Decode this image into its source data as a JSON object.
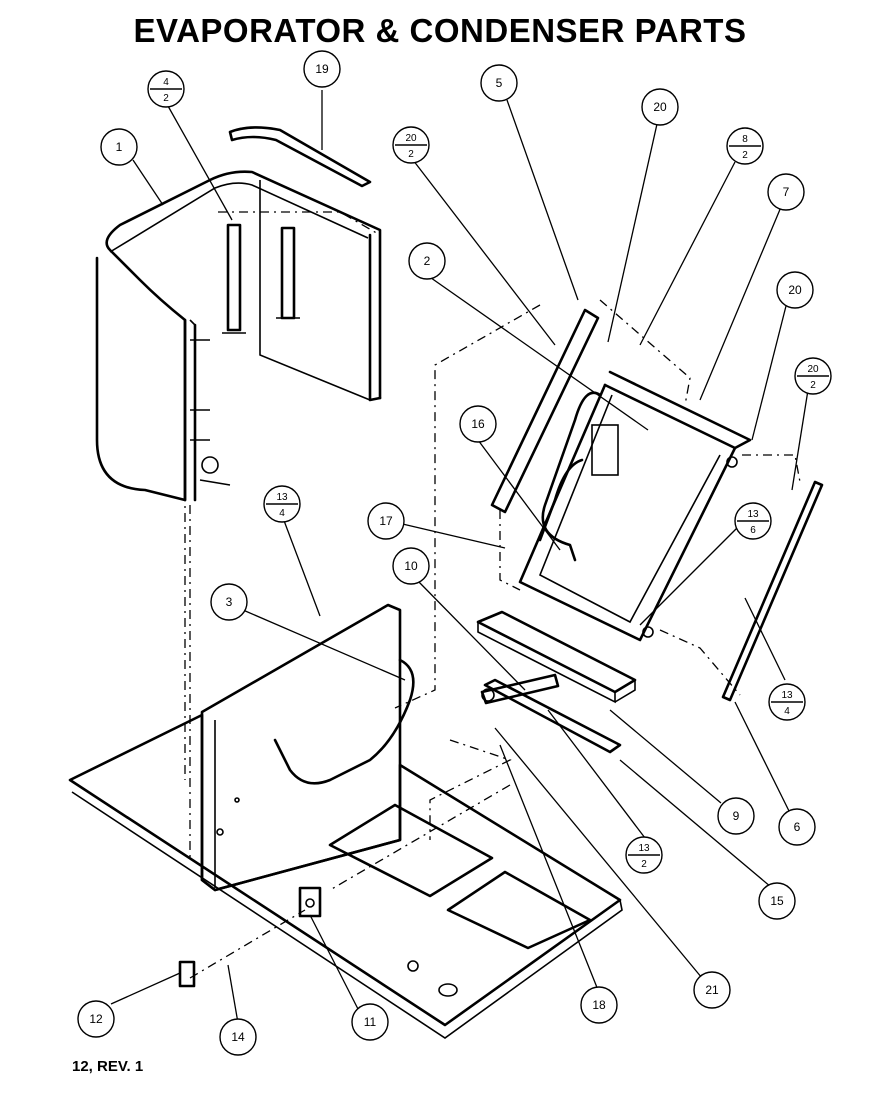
{
  "title": "EVAPORATOR & CONDENSER PARTS",
  "footer": "12, REV. 1",
  "callouts": [
    {
      "id": "c1",
      "label": "1"
    },
    {
      "id": "c19",
      "label": "19"
    },
    {
      "id": "c5",
      "label": "5"
    },
    {
      "id": "c20a",
      "label": "20"
    },
    {
      "id": "c7",
      "label": "7"
    },
    {
      "id": "c2",
      "label": "2"
    },
    {
      "id": "c20b",
      "label": "20"
    },
    {
      "id": "c16",
      "label": "16"
    },
    {
      "id": "c17",
      "label": "17"
    },
    {
      "id": "c10",
      "label": "10"
    },
    {
      "id": "c3",
      "label": "3"
    },
    {
      "id": "c9",
      "label": "9"
    },
    {
      "id": "c6",
      "label": "6"
    },
    {
      "id": "c15",
      "label": "15"
    },
    {
      "id": "c12",
      "label": "12"
    },
    {
      "id": "c14",
      "label": "14"
    },
    {
      "id": "c11",
      "label": "11"
    },
    {
      "id": "c18",
      "label": "18"
    },
    {
      "id": "c21",
      "label": "21"
    }
  ],
  "fraction_callouts": [
    {
      "id": "f4_2",
      "top": "4",
      "bottom": "2"
    },
    {
      "id": "f20_2a",
      "top": "20",
      "bottom": "2"
    },
    {
      "id": "f8_2",
      "top": "8",
      "bottom": "2"
    },
    {
      "id": "f20_2b",
      "top": "20",
      "bottom": "2"
    },
    {
      "id": "f13_4a",
      "top": "13",
      "bottom": "4"
    },
    {
      "id": "f13_6",
      "top": "13",
      "bottom": "6"
    },
    {
      "id": "f13_4b",
      "top": "13",
      "bottom": "4"
    },
    {
      "id": "f13_2",
      "top": "13",
      "bottom": "2"
    }
  ]
}
